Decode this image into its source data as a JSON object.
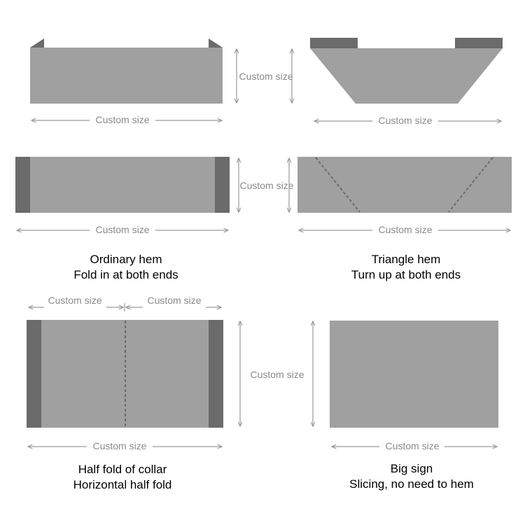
{
  "colors": {
    "panel": "#a0a0a0",
    "hem": "#6b6b6b",
    "dim_line": "#9a9a9a",
    "dim_text": "#8a8a8a",
    "fold_line": "#6b6b6b",
    "caption": "#000000"
  },
  "dimension_label": "Custom size",
  "ordinary_hem": {
    "title": "Ordinary hem",
    "subtitle": "Fold in at both ends"
  },
  "triangle_hem": {
    "title": "Triangle hem",
    "subtitle": "Turn up at both ends"
  },
  "half_fold": {
    "title": "Half fold of collar",
    "subtitle": "Horizontal half fold"
  },
  "big_sign": {
    "title": "Big sign",
    "subtitle": "Slicing, no need to hem"
  }
}
